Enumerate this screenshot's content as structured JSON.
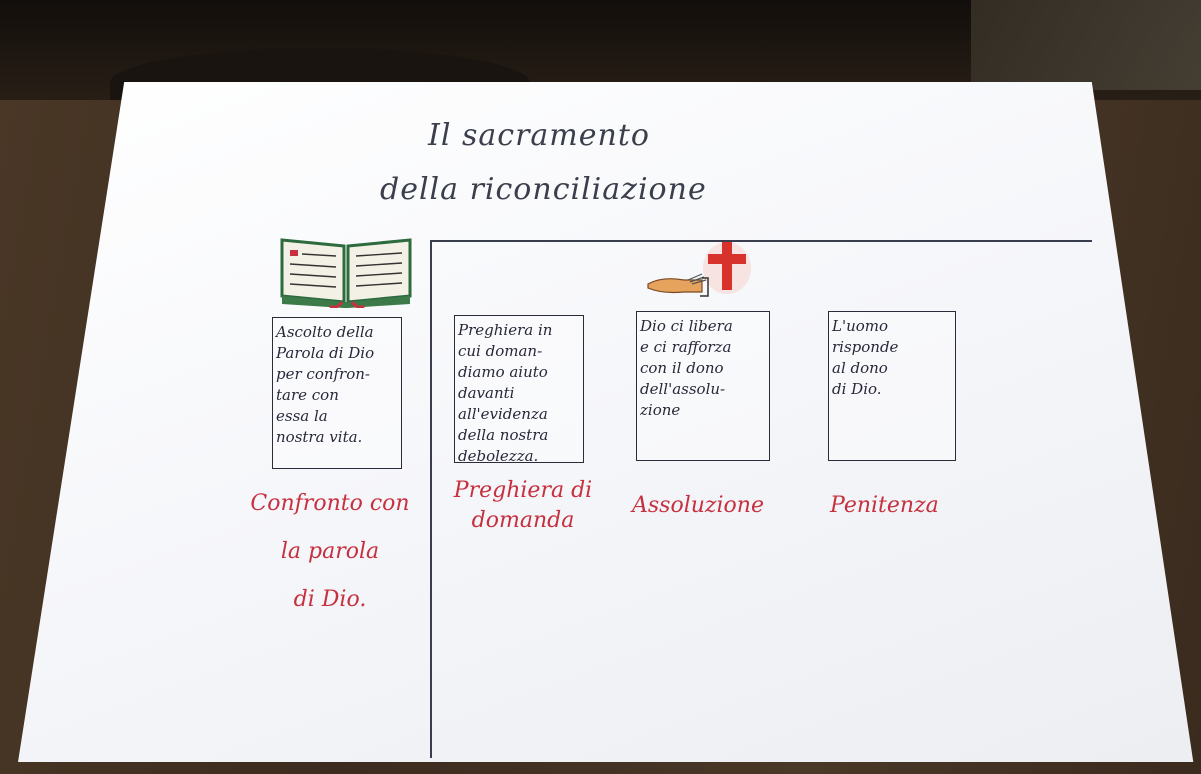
{
  "poster": {
    "title_line1": "Il    sacramento",
    "title_line2": "della    riconciliazione",
    "cards": [
      {
        "text": "Ascolto della\nParola di Dio\nper confron-\ntare con\nessa la\nnostra vita."
      },
      {
        "text": "Preghiera in\ncui doman-\ndiamo aiuto\ndavanti\nall'evidenza\ndella nostra\ndebolezza."
      },
      {
        "text": "Dio ci libera\ne ci rafforza\ncon il dono\ndell'assolu-\nzione"
      },
      {
        "text": "L'uomo\nrisponde\nal dono\ndi Dio."
      }
    ],
    "labels": [
      {
        "text": "Confronto con\nla parola\ndi Dio."
      },
      {
        "text": "Preghiera di\ndomanda"
      },
      {
        "text": "Assoluzione"
      },
      {
        "text": "Penitenza"
      }
    ],
    "icons": {
      "book": "open-book-icon",
      "cross": "red-cross-icon",
      "hand": "blessing-hand-icon"
    },
    "colors": {
      "title_ink": "#3b3f4c",
      "label_red": "#c7303f",
      "cross_red": "#d8322c"
    }
  }
}
